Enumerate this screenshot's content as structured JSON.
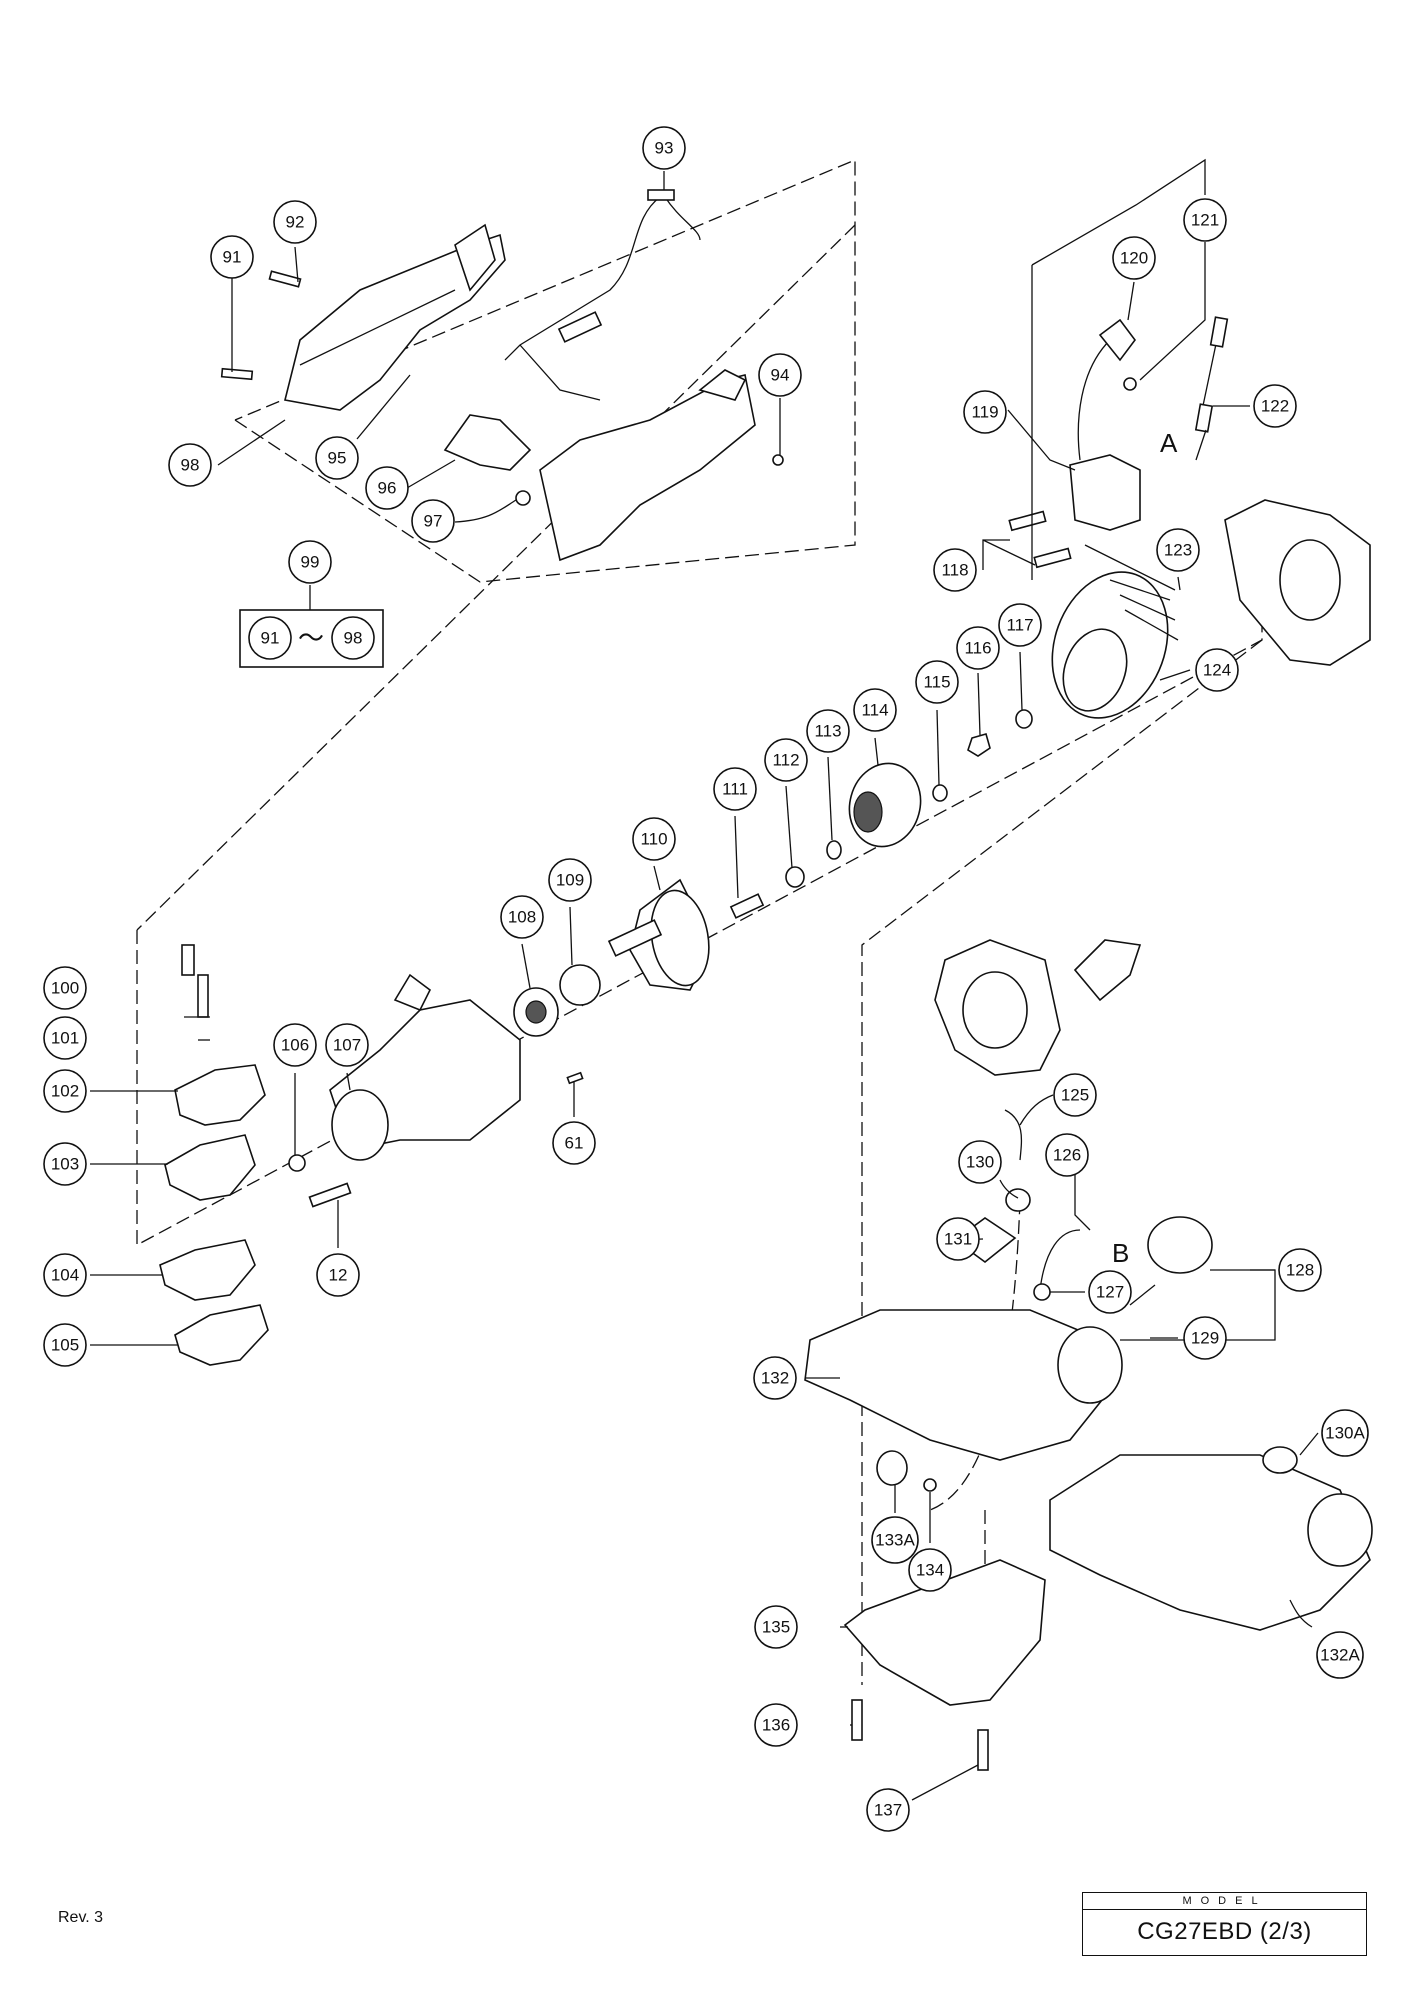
{
  "callouts": [
    {
      "id": "91",
      "label": "91"
    },
    {
      "id": "92",
      "label": "92"
    },
    {
      "id": "93",
      "label": "93"
    },
    {
      "id": "94",
      "label": "94"
    },
    {
      "id": "95",
      "label": "95"
    },
    {
      "id": "96",
      "label": "96"
    },
    {
      "id": "97",
      "label": "97"
    },
    {
      "id": "98",
      "label": "98"
    },
    {
      "id": "99",
      "label": "99"
    },
    {
      "id": "99a",
      "label": "91"
    },
    {
      "id": "99b",
      "label": "98"
    },
    {
      "id": "100",
      "label": "100"
    },
    {
      "id": "101",
      "label": "101"
    },
    {
      "id": "102",
      "label": "102"
    },
    {
      "id": "103",
      "label": "103"
    },
    {
      "id": "104",
      "label": "104"
    },
    {
      "id": "105",
      "label": "105"
    },
    {
      "id": "106",
      "label": "106"
    },
    {
      "id": "107",
      "label": "107"
    },
    {
      "id": "108",
      "label": "108"
    },
    {
      "id": "109",
      "label": "109"
    },
    {
      "id": "110",
      "label": "110"
    },
    {
      "id": "111",
      "label": "111"
    },
    {
      "id": "112",
      "label": "112"
    },
    {
      "id": "113",
      "label": "113"
    },
    {
      "id": "114",
      "label": "114"
    },
    {
      "id": "115",
      "label": "115"
    },
    {
      "id": "116",
      "label": "116"
    },
    {
      "id": "117",
      "label": "117"
    },
    {
      "id": "118",
      "label": "118"
    },
    {
      "id": "119",
      "label": "119"
    },
    {
      "id": "120",
      "label": "120"
    },
    {
      "id": "121",
      "label": "121"
    },
    {
      "id": "122",
      "label": "122"
    },
    {
      "id": "123",
      "label": "123"
    },
    {
      "id": "124",
      "label": "124"
    },
    {
      "id": "125",
      "label": "125"
    },
    {
      "id": "126",
      "label": "126"
    },
    {
      "id": "127",
      "label": "127"
    },
    {
      "id": "128",
      "label": "128"
    },
    {
      "id": "129",
      "label": "129"
    },
    {
      "id": "130",
      "label": "130"
    },
    {
      "id": "130A",
      "label": "130A"
    },
    {
      "id": "131",
      "label": "131"
    },
    {
      "id": "132",
      "label": "132"
    },
    {
      "id": "132A",
      "label": "132A"
    },
    {
      "id": "133A",
      "label": "133A"
    },
    {
      "id": "134",
      "label": "134"
    },
    {
      "id": "135",
      "label": "135"
    },
    {
      "id": "136",
      "label": "136"
    },
    {
      "id": "137",
      "label": "137"
    },
    {
      "id": "12",
      "label": "12"
    },
    {
      "id": "61",
      "label": "61"
    }
  ],
  "range_symbol": "〜",
  "point_markers": {
    "a": "A",
    "b": "B"
  },
  "footer": {
    "revision": "Rev. 3",
    "model_label": "MODEL",
    "model_value": "CG27EBD (2/3)"
  }
}
